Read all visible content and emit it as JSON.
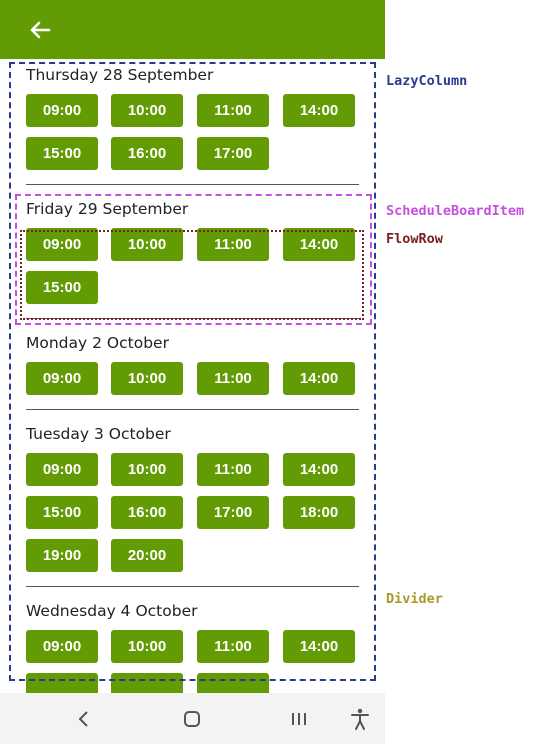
{
  "colors": {
    "app_bar": "#639b04",
    "slot_bg": "#639b04",
    "slot_text": "#ffffff",
    "lazy_column": "#2a3a8c",
    "schedule_board_item": "#c84ee0",
    "flow_row": "#7a2020",
    "divider_label": "#a89a2a"
  },
  "appbar": {
    "back_icon": "arrow-left-icon"
  },
  "days": [
    {
      "title": "Thursday 28 September",
      "slots": [
        "09:00",
        "10:00",
        "11:00",
        "14:00",
        "15:00",
        "16:00",
        "17:00"
      ]
    },
    {
      "title": "Friday 29 September",
      "slots": [
        "09:00",
        "10:00",
        "11:00",
        "14:00",
        "15:00"
      ]
    },
    {
      "title": "Monday 2 October",
      "slots": [
        "09:00",
        "10:00",
        "11:00",
        "14:00"
      ]
    },
    {
      "title": "Tuesday 3 October",
      "slots": [
        "09:00",
        "10:00",
        "11:00",
        "14:00",
        "15:00",
        "16:00",
        "17:00",
        "18:00",
        "19:00",
        "20:00"
      ]
    },
    {
      "title": "Wednesday 4 October",
      "slots": [
        "09:00",
        "10:00",
        "11:00",
        "14:00",
        "",
        "",
        ""
      ]
    }
  ],
  "annotations": {
    "lazy_column": "LazyColumn",
    "schedule_board_item": "ScheduleBoardItem",
    "flow_row": "FlowRow",
    "divider": "Divider"
  },
  "nav": {
    "back": "chevron-left-icon",
    "home": "home-icon",
    "recents": "recents-icon",
    "accessibility": "accessibility-icon"
  }
}
